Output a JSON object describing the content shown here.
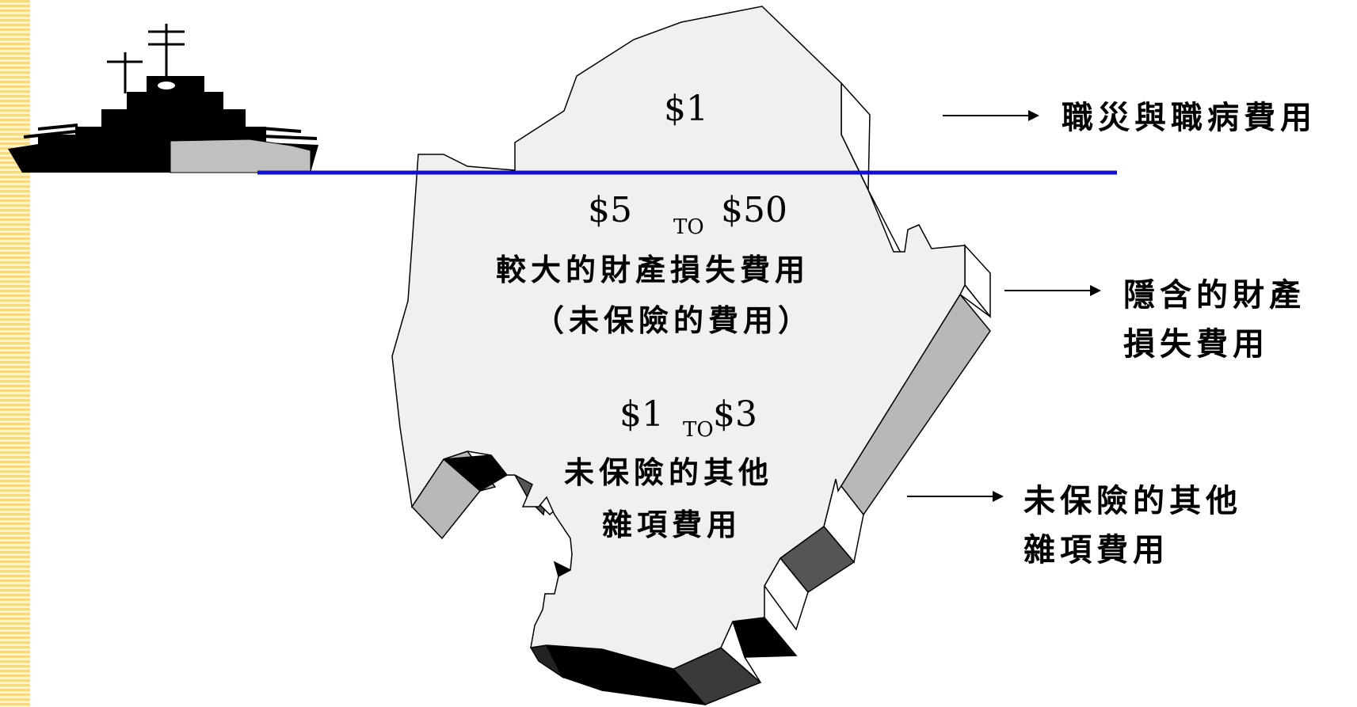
{
  "iceberg": {
    "tip": {
      "amount": "$1"
    },
    "middle": {
      "amount_from": "$5",
      "to_word": "TO",
      "amount_to": "$50",
      "line1": "較大的財產損失費用",
      "line2": "（未保險的費用）"
    },
    "bottom": {
      "amount_from": "$1",
      "to_word": "TO",
      "amount_to": "$3",
      "line1": "未保險的其他",
      "line2": "雜項費用"
    }
  },
  "labels": {
    "visible": "職災與職病費用",
    "hidden_property_line1": "隱含的財產",
    "hidden_property_line2": "損失費用",
    "other_line1": "未保險的其他",
    "other_line2": "雜項費用"
  },
  "colors": {
    "waterline": "#1010d0",
    "iceberg_face": "#f0f0f0",
    "side_gray": "#b8b8b8",
    "side_dark": "#555555",
    "side_black": "#000000",
    "stripe": "#f6d97c"
  }
}
